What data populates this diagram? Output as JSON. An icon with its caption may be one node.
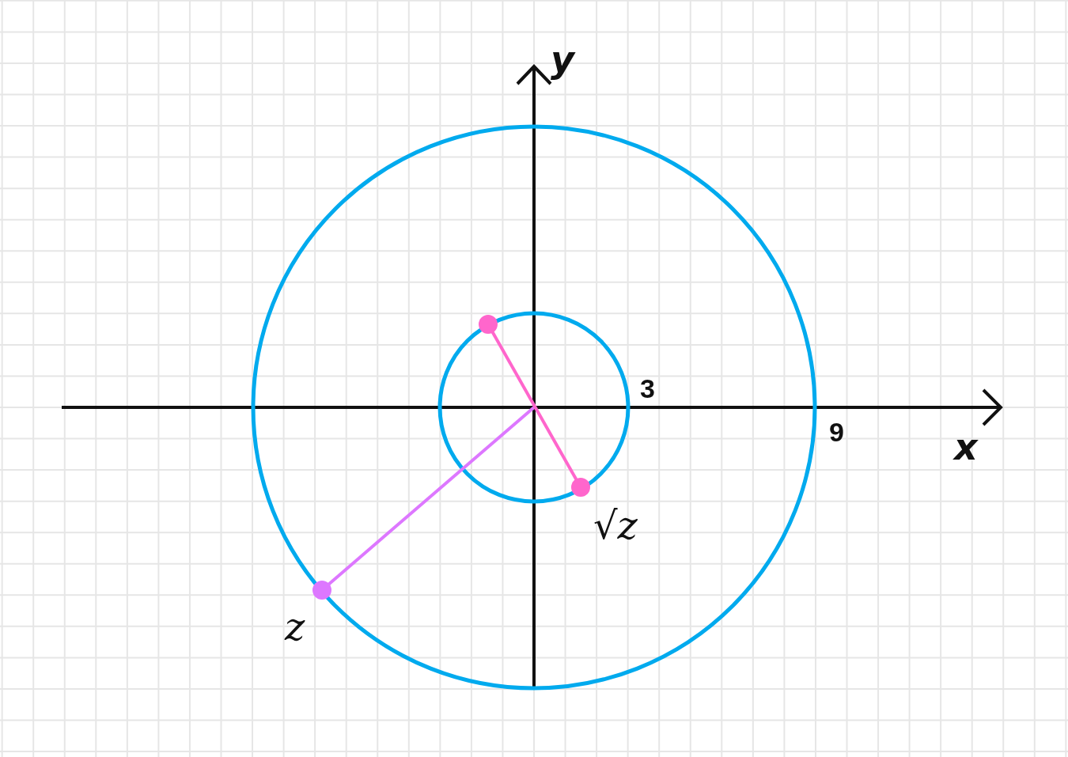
{
  "diagram": {
    "nodes": [
      {
        "text": [],
        "shape": "circle",
        "beside": [
          "z"
        ]
      },
      {
        "text": [],
        "shape": "circle"
      },
      {
        "text": [],
        "shape": "circle",
        "beside": [
          "√z"
        ]
      }
    ],
    "edges": [
      {
        "from": null,
        "to": 0,
        "arrow": "none",
        "color": "#dd77ff"
      },
      {
        "from": 1,
        "to": 2,
        "arrow": "none"
      }
    ],
    "labels": [
      "y",
      "x",
      "3",
      "9"
    ]
  }
}
